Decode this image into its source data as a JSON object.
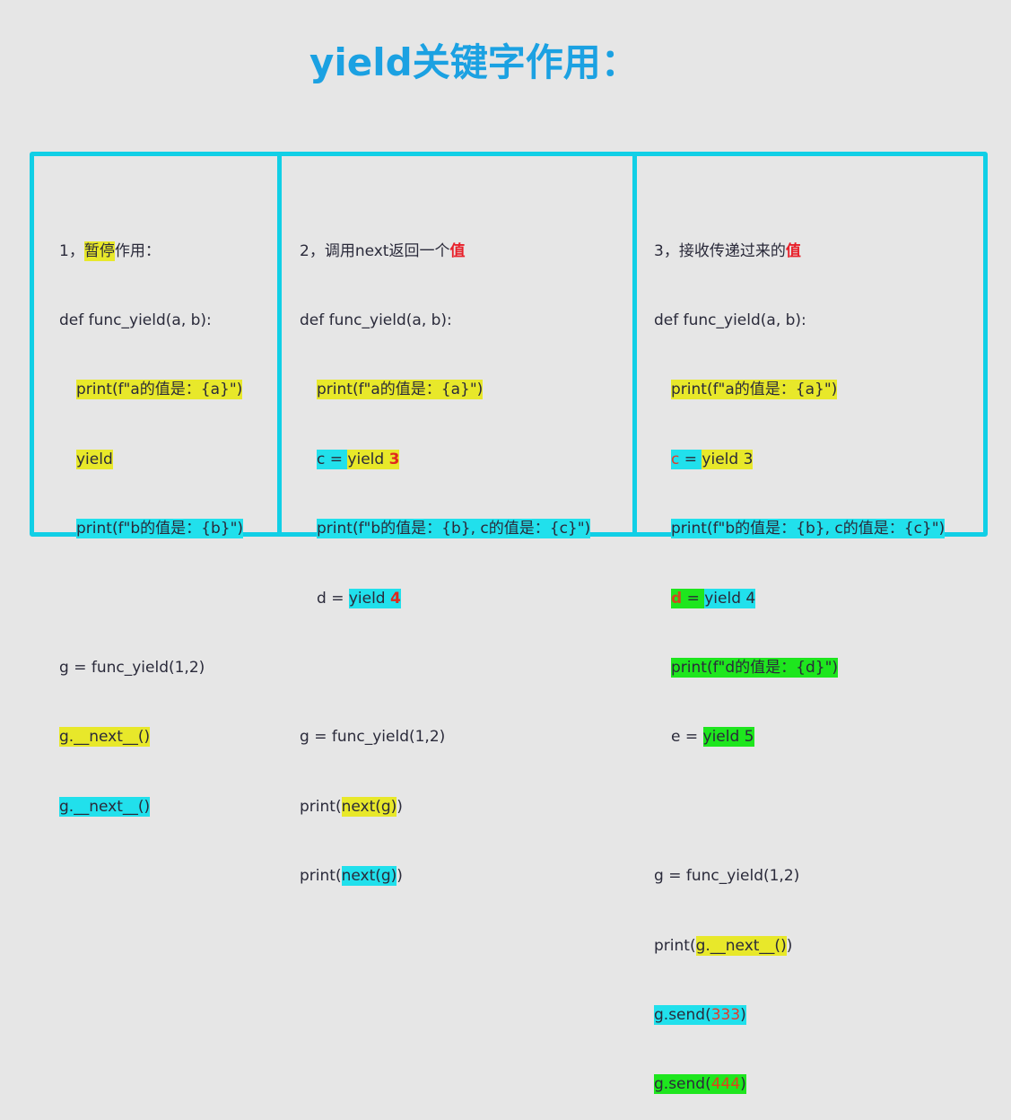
{
  "title": "yield关键字作用：",
  "colors": {
    "title": "#1ba1e2",
    "frame_border": "#11cfe6",
    "background": "#e6e6e6",
    "highlight_yellow": "#e8e82a",
    "highlight_cyan": "#21e0ec",
    "highlight_green": "#1ee61e",
    "emphasis_red": "#e8202a"
  },
  "panel1": {
    "heading_prefix": "1，",
    "heading_highlight": "暂停",
    "heading_suffix": "作用：",
    "def_line": "def func_yield(a, b):",
    "print_a": "print(f\"a的值是：{a}\")",
    "yield": "yield",
    "print_b": "print(f\"b的值是：{b}\")",
    "call": "g = func_yield(1,2)",
    "next1": "g.__next__()",
    "next2": "g.__next__()"
  },
  "panel2": {
    "heading_prefix": "2，调用next返回一个",
    "heading_red": "值",
    "def_line": "def func_yield(a, b):",
    "print_a": "print(f\"a的值是：{a}\")",
    "c_assign": "c = ",
    "yield3_kw": "yield ",
    "yield3_val": "3",
    "print_bc": "print(f\"b的值是：{b}, c的值是：{c}\")",
    "d_assign": "d = ",
    "yield4_kw": "yield ",
    "yield4_val": "4",
    "call": "g = func_yield(1,2)",
    "print_open": "print(",
    "next_g": "next(g)",
    "print_close": ")"
  },
  "panel3": {
    "heading_prefix": "3，接收传递过来的",
    "heading_red": "值",
    "def_line": "def func_yield(a, b):",
    "print_a": "print(f\"a的值是：{a}\")",
    "c_var": "c",
    "eq": " = ",
    "yield3": "yield 3",
    "print_bc": "print(f\"b的值是：{b}, c的值是：{c}\")",
    "d_var": "d",
    "yield4": "yield 4",
    "print_d": "print(f\"d的值是：{d}\")",
    "e_assign": "e = ",
    "yield5": "yield 5",
    "call": "g = func_yield(1,2)",
    "print_open": "print(",
    "next_call": "g.__next__()",
    "print_close": ")",
    "send_open": "g.send(",
    "send_val1": "333",
    "send_val2": "444",
    "send_close": ")"
  }
}
